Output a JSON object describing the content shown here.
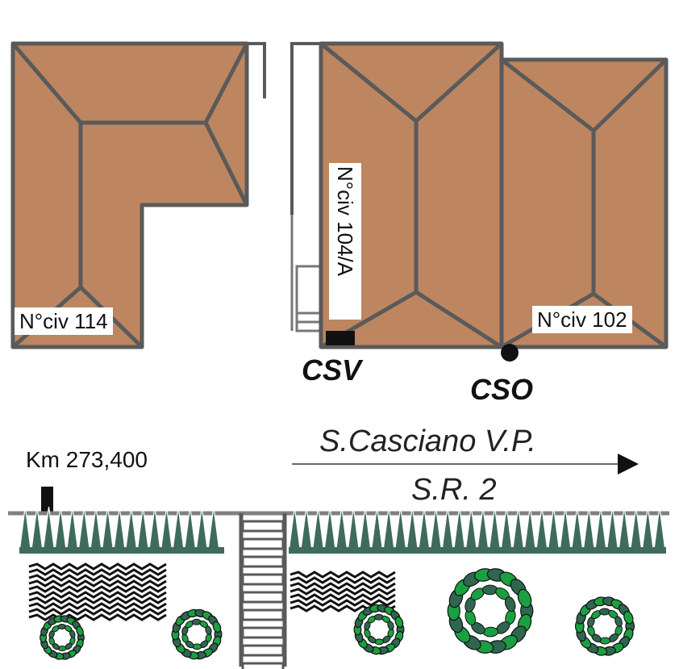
{
  "buildings": {
    "b114": {
      "label": "N°civ 114"
    },
    "b104a": {
      "label": "N°civ 104/A"
    },
    "b102": {
      "label": "N°civ 102"
    }
  },
  "markers": {
    "csv": "CSV",
    "cso": "CSO"
  },
  "road": {
    "km": "Km 273,400",
    "destination": "S.Casciano V.P.",
    "name": "S.R. 2"
  },
  "colors": {
    "roof": "#bd8660",
    "roof_line": "#5a5a5a",
    "hedge": "#3f6b5b",
    "shrub_light": "#1aa040",
    "shrub_dark": "#2f6650",
    "rail": "#808080"
  }
}
